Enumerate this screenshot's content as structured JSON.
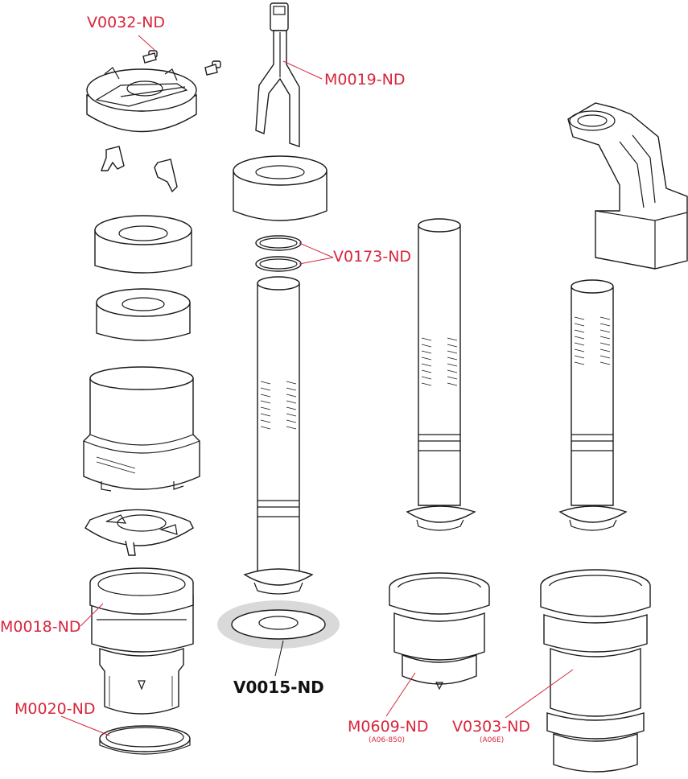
{
  "labels": {
    "v0032": "V0032-ND",
    "m0019": "M0019-ND",
    "v0173": "V0173-ND",
    "m0018": "M0018-ND",
    "m0020": "M0020-ND",
    "v0015": "V0015-ND",
    "m0609": "M0609-ND",
    "m0609_sub": "(A06-850)",
    "v0303": "V0303-ND",
    "v0303_sub": "(A06E)"
  },
  "colors": {
    "label_red": "#d7263d",
    "label_black": "#111111",
    "washer_gray": "#d9d9d9"
  }
}
